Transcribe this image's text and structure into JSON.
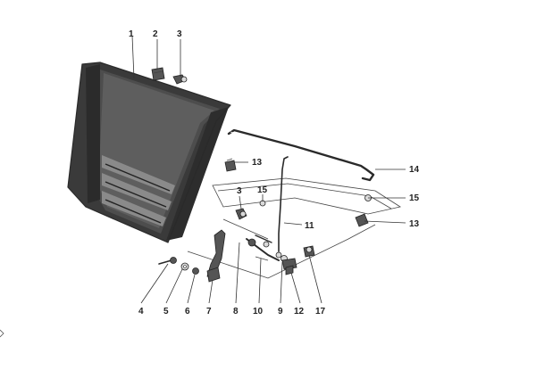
{
  "labels": {
    "p1": "1",
    "p2": "2",
    "p3a": "3",
    "p3b": "3",
    "p4": "4",
    "p5": "5",
    "p6": "6",
    "p7": "7",
    "p8": "8",
    "p9": "9",
    "p10": "10",
    "p11": "11",
    "p12": "12",
    "p13a": "13",
    "p13b": "13",
    "p14": "14",
    "p15a": "15",
    "p15b": "15",
    "p17": "17"
  }
}
